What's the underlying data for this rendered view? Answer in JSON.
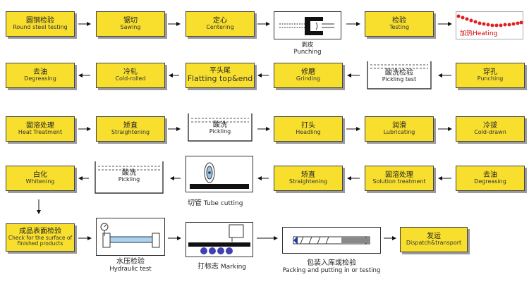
{
  "row1": [
    {
      "zh": "圆钢检验",
      "en": "Round steel testing"
    },
    {
      "zh": "锯切",
      "en": "Sawing"
    },
    {
      "zh": "定心",
      "en": "Centering"
    },
    {
      "zh": "剥皮",
      "en": "Punching"
    },
    {
      "zh": "检验",
      "en": "Testing"
    },
    {
      "zh": "加热",
      "en": "Heating"
    }
  ],
  "row2": [
    {
      "zh": "去油",
      "en": "Degreasing"
    },
    {
      "zh": "冷轧",
      "en": "Cold-rolled"
    },
    {
      "zh": "平头尾",
      "en": "Flatting top&end"
    },
    {
      "zh": "修磨",
      "en": "Grinding"
    },
    {
      "zh": "酸洗检验",
      "en": "Pickling test"
    },
    {
      "zh": "穿孔",
      "en": "Punching"
    }
  ],
  "row3": [
    {
      "zh": "固溶处理",
      "en": "Heat Treatment"
    },
    {
      "zh": "矫直",
      "en": "Straightening"
    },
    {
      "zh": "酸洗",
      "en": "Pickling"
    },
    {
      "zh": "打头",
      "en": "Headling"
    },
    {
      "zh": "润滑",
      "en": "Lubricating"
    },
    {
      "zh": "冷拔",
      "en": "Cold-drawn"
    }
  ],
  "row4": [
    {
      "zh": "白化",
      "en": "Whitening"
    },
    {
      "zh": "酸洗",
      "en": "Pickling"
    },
    {
      "zh": "切管",
      "en": "Tube cutting"
    },
    {
      "zh": "矫直",
      "en": "Straightening"
    },
    {
      "zh": "固溶处理",
      "en": "Solution treatment"
    },
    {
      "zh": "去油",
      "en": "Degreasing"
    }
  ],
  "row5": [
    {
      "zh": "成品表面检验",
      "en": "Check for the surface of finished products"
    },
    {
      "zh": "水压检验",
      "en": "Hydraulic test"
    },
    {
      "zh": "打标志",
      "en": "Marking"
    },
    {
      "zh": "包装入库或检验",
      "en": "Packing and putting in or testing"
    },
    {
      "zh": "发运",
      "en": "Dispatch&transport"
    }
  ]
}
